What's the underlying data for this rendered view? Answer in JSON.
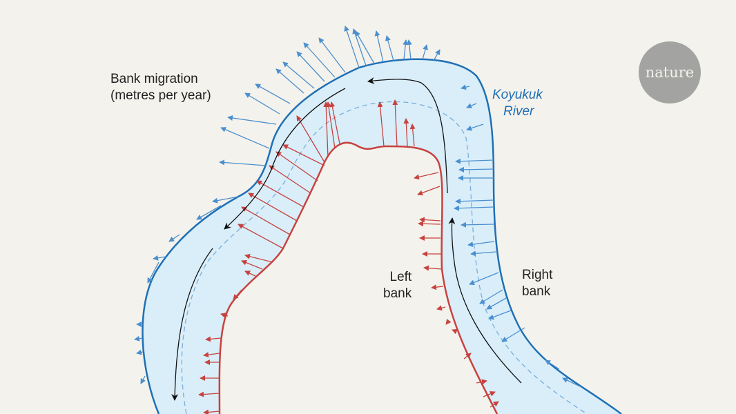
{
  "title": "Bank migration\n(metres per year)",
  "title_line1": "Bank migration",
  "title_line2": "(metres per year)",
  "river_label_line1": "Koyukuk",
  "river_label_line2": "River",
  "left_bank_line1": "Left",
  "left_bank_line2": "bank",
  "right_bank_line1": "Right",
  "right_bank_line2": "bank",
  "logo": "nature",
  "colors": {
    "background": "#f4f2ec",
    "water": "#d9eef9",
    "outer_bank": "#1f6fb4",
    "inner_bank": "#c7423f",
    "blue_arrow": "#4a8fcf",
    "red_arrow": "#c7423f",
    "flow": "#111111"
  }
}
